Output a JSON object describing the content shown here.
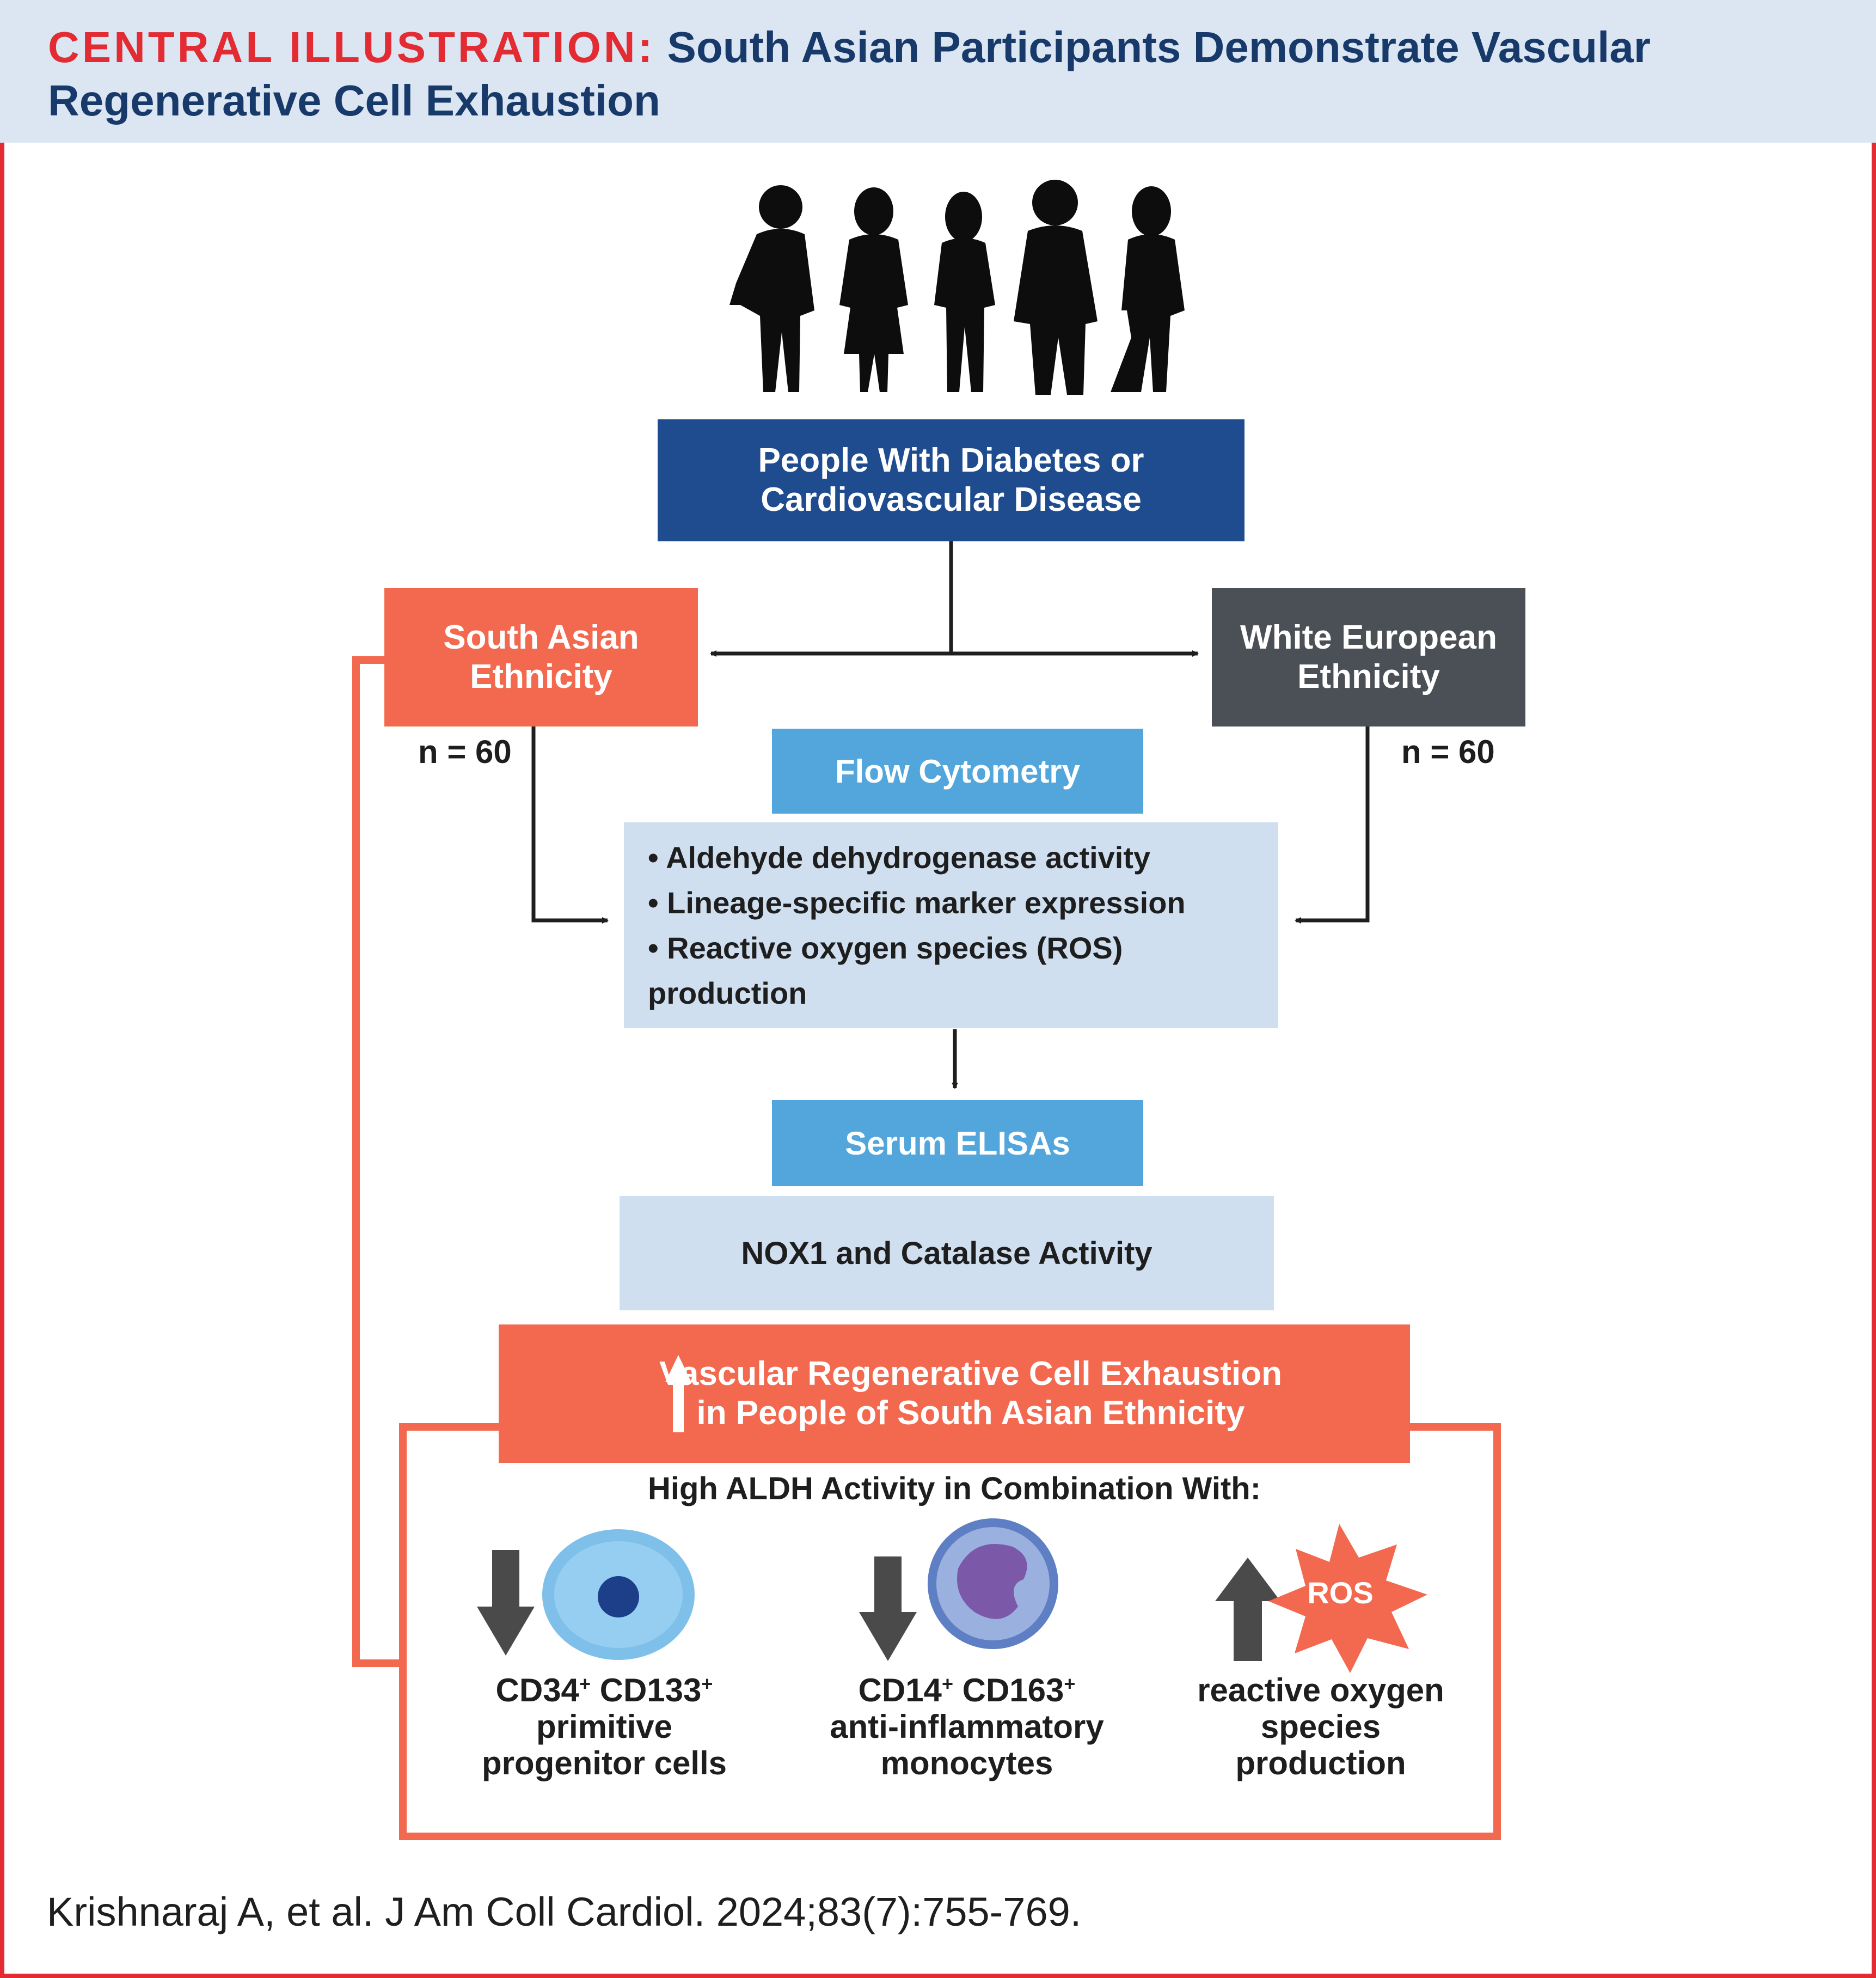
{
  "header": {
    "label": "CENTRAL ILLUSTRATION:",
    "title": "South Asian Participants Demonstrate Vascular Regenerative Cell Exhaustion"
  },
  "boxes": {
    "population": "People With Diabetes or Cardiovascular Disease",
    "south_asian": "South Asian Ethnicity",
    "white_european": "White European Ethnicity",
    "n_south_asian": "n = 60",
    "n_white_european": "n = 60",
    "flow_cytometry": "Flow Cytometry",
    "flow_items": [
      "• Aldehyde dehydrogenase activity",
      "• Lineage-specific marker expression",
      "• Reactive oxygen species (ROS) production"
    ],
    "serum_elisas": "Serum ELISAs",
    "nox_catalase": "NOX1 and Catalase Activity",
    "result_line1": "Vascular Regenerative Cell Exhaustion",
    "result_line2": "in People of South Asian Ethnicity"
  },
  "findings": {
    "title": "High ALDH Activity in Combination With:",
    "items": [
      {
        "direction": "down",
        "marker1": "CD34",
        "marker2": "CD133",
        "sup": "+",
        "line2": "primitive",
        "line3": "progenitor cells",
        "icon": "progenitor-cell-icon"
      },
      {
        "direction": "down",
        "marker1": "CD14",
        "marker2": "CD163",
        "sup": "+",
        "line2": "anti-inflammatory",
        "line3": "monocytes",
        "icon": "monocyte-icon"
      },
      {
        "direction": "up",
        "ros_label": "ROS",
        "line1": "reactive oxygen",
        "line2": "species",
        "line3": "production",
        "icon": "ros-burst-icon"
      }
    ]
  },
  "citation": "Krishnaraj A, et al. J Am Coll Cardiol. 2024;83(7):755-769.",
  "colors": {
    "brand_red": "#e22b32",
    "navy": "#183a6b",
    "coral": "#f2694f",
    "dark_gray": "#4a5056",
    "sky_blue": "#52a6dc",
    "pale_blue": "#d0dff0",
    "header_bg": "#dce6f2"
  }
}
